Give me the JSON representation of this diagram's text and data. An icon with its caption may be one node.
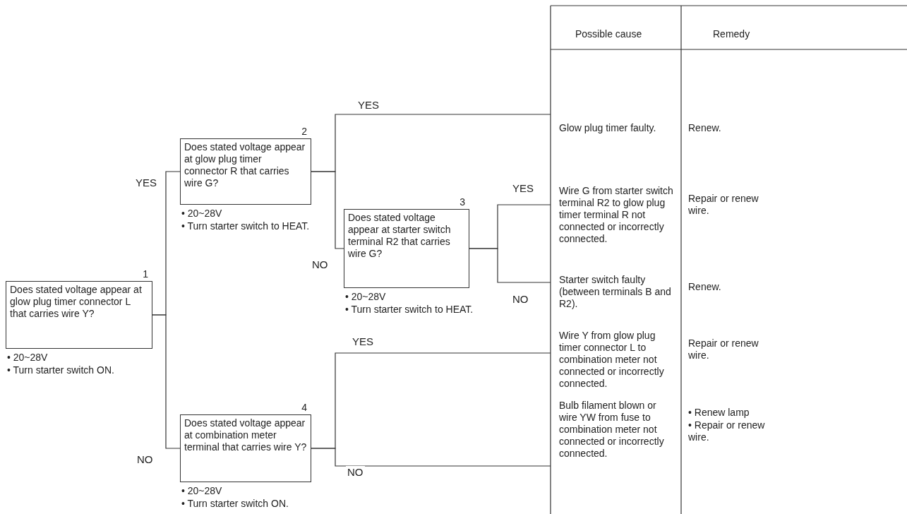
{
  "diagram": {
    "nodes": [
      {
        "text": [
          "1",
          "Does stated voltage appear at glow plug timer connector L that carries wire Y?"
        ],
        "beside": [
          "• 20~28V",
          "• Turn starter switch ON."
        ]
      },
      {
        "text": [
          "2",
          "Does stated voltage appear at glow plug timer connector R that carries wire G?"
        ],
        "beside": [
          "• 20~28V",
          "• Turn starter switch to HEAT."
        ]
      },
      {
        "text": [
          "3",
          "Does stated voltage appear at starter switch terminal R2 that carries wire G?"
        ],
        "beside": [
          "• 20~28V",
          "• Turn starter switch to HEAT."
        ]
      },
      {
        "text": [
          "4",
          "Does stated voltage appear at combination meter terminal that carries wire Y?"
        ],
        "beside": [
          "• 20~28V",
          "• Turn starter switch ON."
        ]
      },
      {
        "text": [
          "Glow plug timer faulty."
        ],
        "beside": [
          "Renew."
        ]
      },
      {
        "text": [
          "Wire G from starter switch terminal R2 to glow plug timer terminal R not connected or incorrectly connected."
        ],
        "beside": [
          "Repair or renew wire."
        ]
      },
      {
        "text": [
          "Starter switch faulty (between terminals B and R2)."
        ],
        "beside": [
          "Renew."
        ]
      },
      {
        "text": [
          "Wire Y from glow plug timer connector L to combination meter not connected or incorrectly connected."
        ],
        "beside": [
          "Repair or renew wire."
        ]
      },
      {
        "text": [
          "Bulb filament blown or wire YW from fuse to combination meter not connected or incorrectly connected."
        ],
        "beside": [
          "• Renew lamp",
          "• Repair or renew wire."
        ]
      }
    ],
    "edges": [
      {
        "from": 0,
        "to": 1,
        "arrow": "none",
        "label": "YES"
      },
      {
        "from": 0,
        "to": 3,
        "arrow": "none",
        "label": "NO"
      },
      {
        "from": 1,
        "to": 4,
        "arrow": "none",
        "label": "YES"
      },
      {
        "from": 1,
        "to": 2,
        "arrow": "none",
        "label": "NO"
      },
      {
        "from": 2,
        "to": 5,
        "arrow": "none",
        "label": "YES"
      },
      {
        "from": 2,
        "to": 6,
        "arrow": "none",
        "label": "NO"
      },
      {
        "from": 3,
        "to": 7,
        "arrow": "none",
        "label": "YES"
      },
      {
        "from": 3,
        "to": 8,
        "arrow": "none",
        "label": "NO"
      }
    ],
    "labels": [
      "Possible cause",
      "Remedy"
    ]
  }
}
